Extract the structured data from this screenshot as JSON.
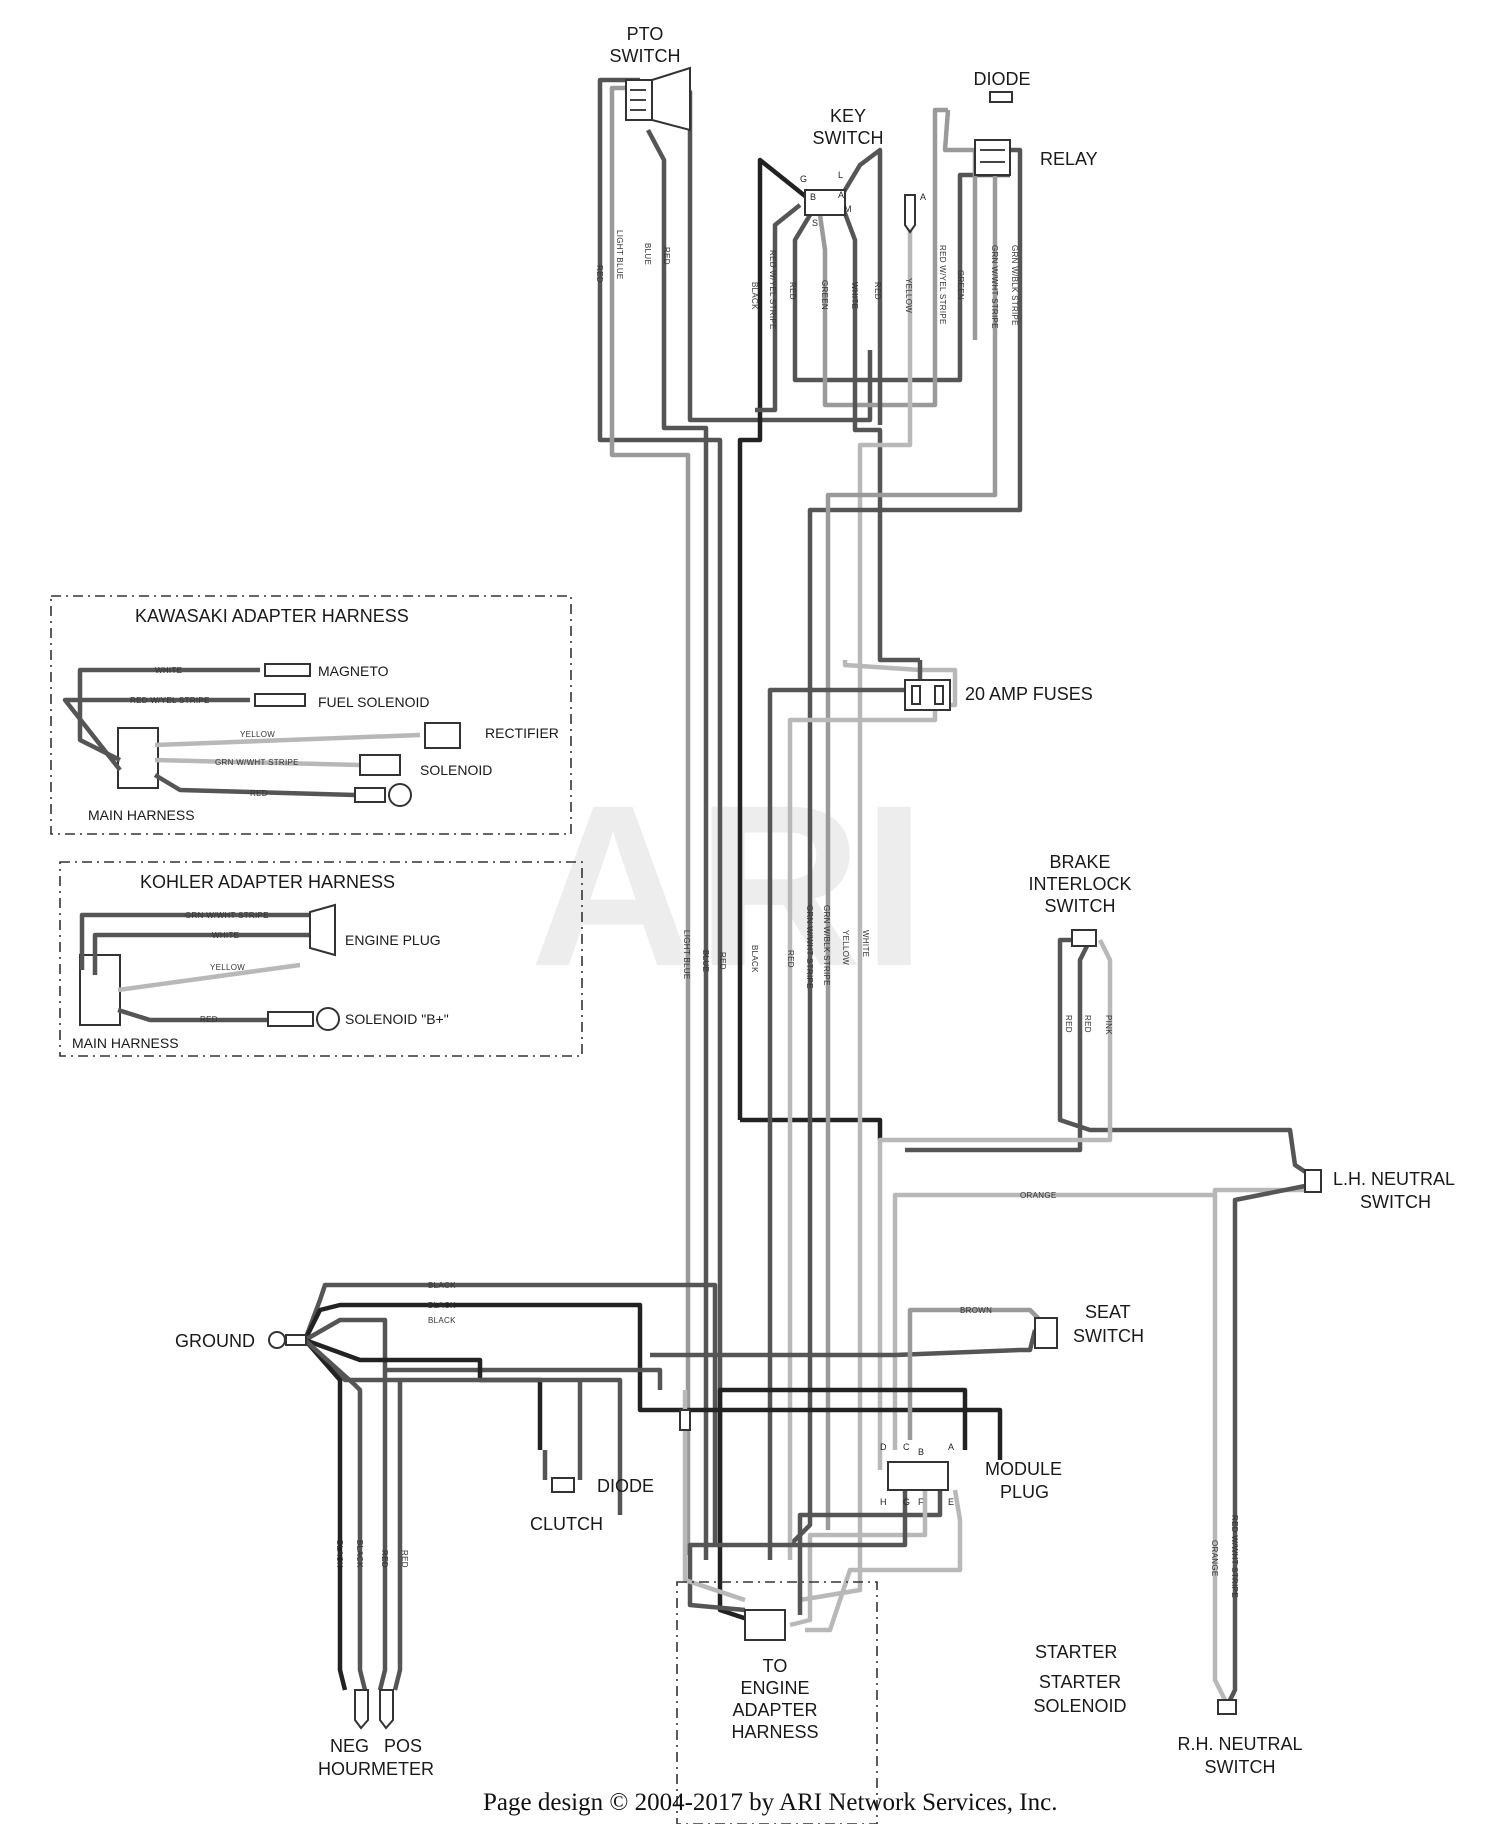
{
  "components": {
    "pto_switch": [
      "PTO",
      "SWITCH"
    ],
    "key_switch": [
      "KEY",
      "SWITCH"
    ],
    "diode_top": "DIODE",
    "relay": "RELAY",
    "fuses": "20 AMP FUSES",
    "brake_switch": [
      "BRAKE",
      "INTERLOCK",
      "SWITCH"
    ],
    "lh_neutral": [
      "L.H. NEUTRAL",
      "SWITCH"
    ],
    "seat_switch": [
      "SEAT",
      "SWITCH"
    ],
    "ground": "GROUND",
    "diode_bottom": "DIODE",
    "clutch": "CLUTCH",
    "module_plug": [
      "MODULE",
      "PLUG"
    ],
    "engine_adapter": [
      "TO",
      "ENGINE",
      "ADAPTER",
      "HARNESS"
    ],
    "starter": "STARTER",
    "starter_solenoid": [
      "STARTER",
      "SOLENOID"
    ],
    "rh_neutral": [
      "R.H. NEUTRAL",
      "SWITCH"
    ],
    "hourmeter": {
      "neg": "NEG",
      "pos": "POS",
      "label": "HOURMETER"
    }
  },
  "key_pins": [
    "G",
    "B",
    "L",
    "A",
    "S",
    "M"
  ],
  "module_pins": [
    "D",
    "C",
    "B",
    "A",
    "H",
    "G",
    "F",
    "E"
  ],
  "relay_pin": "A",
  "kawasaki": {
    "title": "KAWASAKI ADAPTER HARNESS",
    "magneto": "MAGNETO",
    "fuel_solenoid": "FUEL SOLENOID",
    "rectifier": "RECTIFIER",
    "solenoid": "SOLENOID",
    "main_harness": "MAIN HARNESS",
    "wires": {
      "white": "WHITE",
      "red_yel": "RED W/YEL STRIPE",
      "yellow": "YELLOW",
      "grn_wht": "GRN W/WHT STRIPE",
      "red": "RED"
    }
  },
  "kohler": {
    "title": "KOHLER ADAPTER HARNESS",
    "engine_plug": "ENGINE PLUG",
    "solenoid_b": "SOLENOID \"B+\"",
    "main_harness": "MAIN HARNESS",
    "wires": {
      "grn_wht": "GRN W/WHT STRIPE",
      "white": "WHITE",
      "yellow": "YELLOW",
      "red": "RED"
    }
  },
  "wire_labels": {
    "pto": [
      "RED",
      "LIGHT BLUE",
      "BLUE",
      "RED"
    ],
    "key": [
      "RED W/YEL STRIPE",
      "BLACK",
      "RED",
      "GREEN",
      "WHITE",
      "RED",
      "YELLOW"
    ],
    "relay": [
      "RED W/YEL STRIPE",
      "GREEN",
      "GRN W/WHT STRIPE",
      "GRN W/BLK STRIPE"
    ],
    "trunk": [
      "LIGHT BLUE",
      "BLUE",
      "RED",
      "BLACK",
      "RED",
      "GRN W/WHT STRIPE",
      "GRN W/BLK STRIPE",
      "YELLOW",
      "WHITE"
    ],
    "brake": [
      "RED",
      "RED",
      "PINK"
    ],
    "orange": "ORANGE",
    "black": "BLACK",
    "brown": "BROWN",
    "hourmeter": [
      "BLACK",
      "BLACK",
      "RED",
      "RED"
    ],
    "rh": [
      "ORANGE",
      "RED W/WHT STRIPE"
    ]
  },
  "watermark": "ARI",
  "footer": "Page design © 2004-2017 by ARI Network Services, Inc."
}
